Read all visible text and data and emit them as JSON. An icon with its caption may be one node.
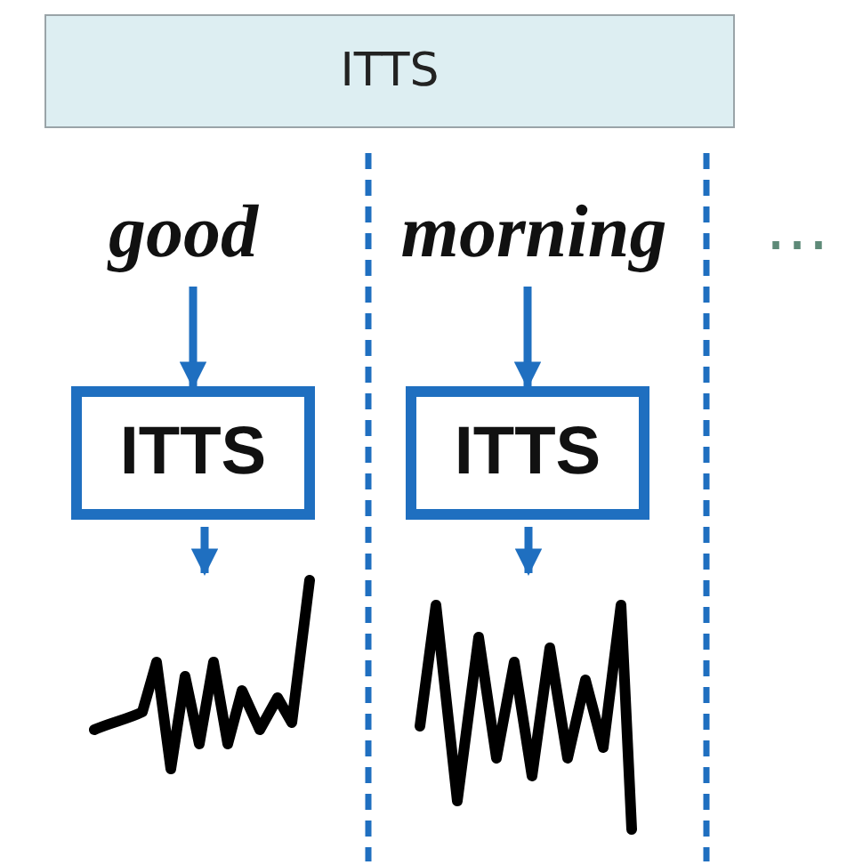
{
  "diagram": {
    "nodes": [
      {
        "text": [
          "ITTS"
        ]
      },
      {
        "text": [
          "good"
        ]
      },
      {
        "text": [
          "ITTS"
        ]
      },
      {
        "text": [],
        "shape": "picture"
      },
      {
        "text": [
          "morning"
        ]
      },
      {
        "text": [
          "ITTS"
        ]
      },
      {
        "text": [],
        "shape": "picture"
      }
    ],
    "edges": [
      {
        "from": 1,
        "to": 2,
        "arrow": "to"
      },
      {
        "from": 2,
        "to": 3,
        "arrow": "to"
      },
      {
        "from": 4,
        "to": 5,
        "arrow": "to"
      },
      {
        "from": 5,
        "to": 6,
        "arrow": "to"
      }
    ],
    "labels": [
      "…"
    ]
  }
}
